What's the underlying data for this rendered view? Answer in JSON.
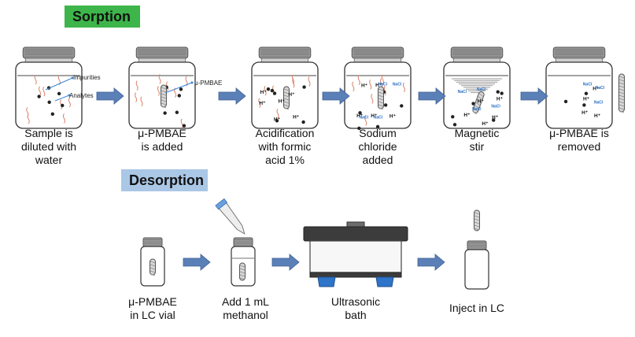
{
  "sections": {
    "sorption": {
      "title": "Sorption",
      "color": "#3db54a"
    },
    "desorption": {
      "title": "Desorption",
      "color": "#aac7e6"
    }
  },
  "sorption_steps": [
    {
      "label_lines": [
        "Sample is",
        "diluted with",
        "water"
      ]
    },
    {
      "label_lines": [
        "μ-PMBAE",
        "is added"
      ]
    },
    {
      "label_lines": [
        "Acidification",
        "with formic",
        "acid 1%"
      ]
    },
    {
      "label_lines": [
        "Sodium",
        "chloride",
        "added"
      ]
    },
    {
      "label_lines": [
        "Magnetic",
        "stir"
      ]
    },
    {
      "label_lines": [
        "μ-PMBAE is",
        "removed"
      ]
    }
  ],
  "callouts": {
    "impurities": "Impurities",
    "analytes": "Analytes",
    "pmbae": "μ-PMBAE"
  },
  "ion_labels": {
    "proton": "H⁺",
    "salt": "NaCl"
  },
  "desorption_steps": [
    {
      "label_lines": [
        "μ-PMBAE",
        "in LC vial"
      ]
    },
    {
      "label_lines": [
        "Add 1 mL",
        "methanol"
      ]
    },
    {
      "label_lines": [
        "Ultrasonic",
        "bath"
      ]
    },
    {
      "label_lines": [
        "Inject in LC"
      ]
    }
  ],
  "colors": {
    "arrow": "#5b80b8",
    "jar_lid": "#8a8a8a",
    "impurity": "#d9826a",
    "callout_line": "#3a86d4",
    "bath_feet": "#2e74c9"
  },
  "icons": [
    "jar-icon",
    "arrow-right-icon",
    "pipette-icon",
    "ultrasonic-bath-icon",
    "vial-icon",
    "stir-bar-icon"
  ]
}
